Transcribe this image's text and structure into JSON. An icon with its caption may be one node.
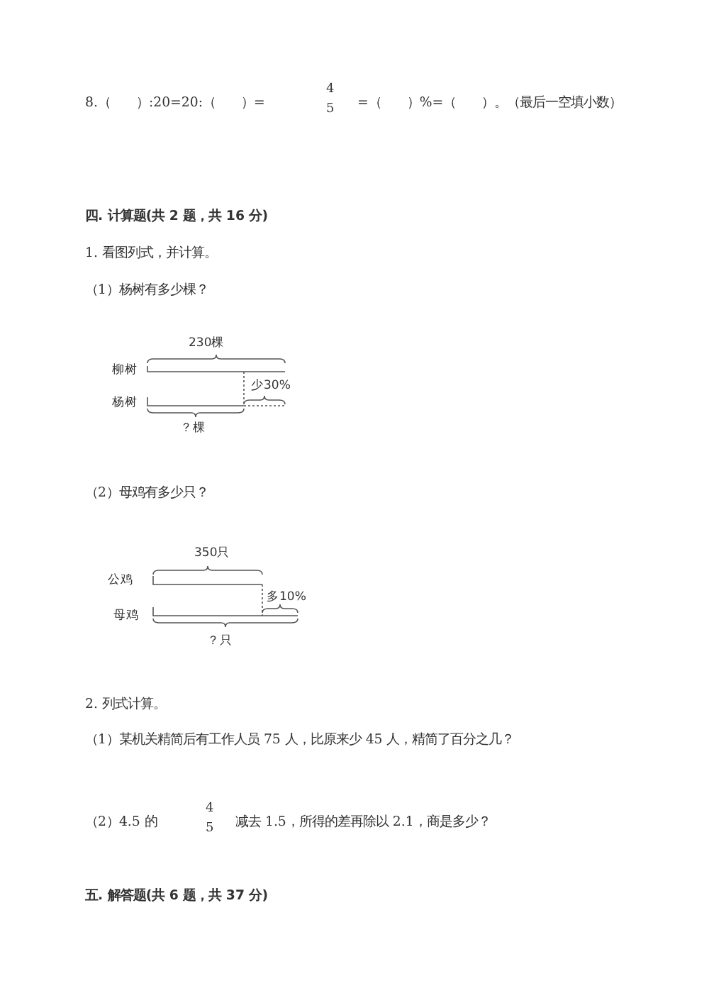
{
  "diagram": {
    "labels": [
      "8.（　　）:20=20:（　　）=",
      "4",
      "5",
      "=（　　）%=（　　）。（最后一空填小数）",
      "四. 计算题(共 2 题，共 16 分)",
      "1. 看图列式，并计算。",
      "（1）杨树有多少棵？",
      "230棵",
      "柳树",
      "少30%",
      "杨树",
      "？棵",
      "（2）母鸡有多少只？",
      "350只",
      "公鸡",
      "多10%",
      "母鸡",
      "？只",
      "2. 列式计算。",
      "（1）某机关精简后有工作人员 75 人，比原来少 45 人，精简了百分之几？",
      "（2）4.5 的",
      "4",
      "5",
      "减去 1.5，所得的差再除以 2.1，商是多少？",
      "五. 解答题(共 6 题，共 37 分)"
    ]
  }
}
